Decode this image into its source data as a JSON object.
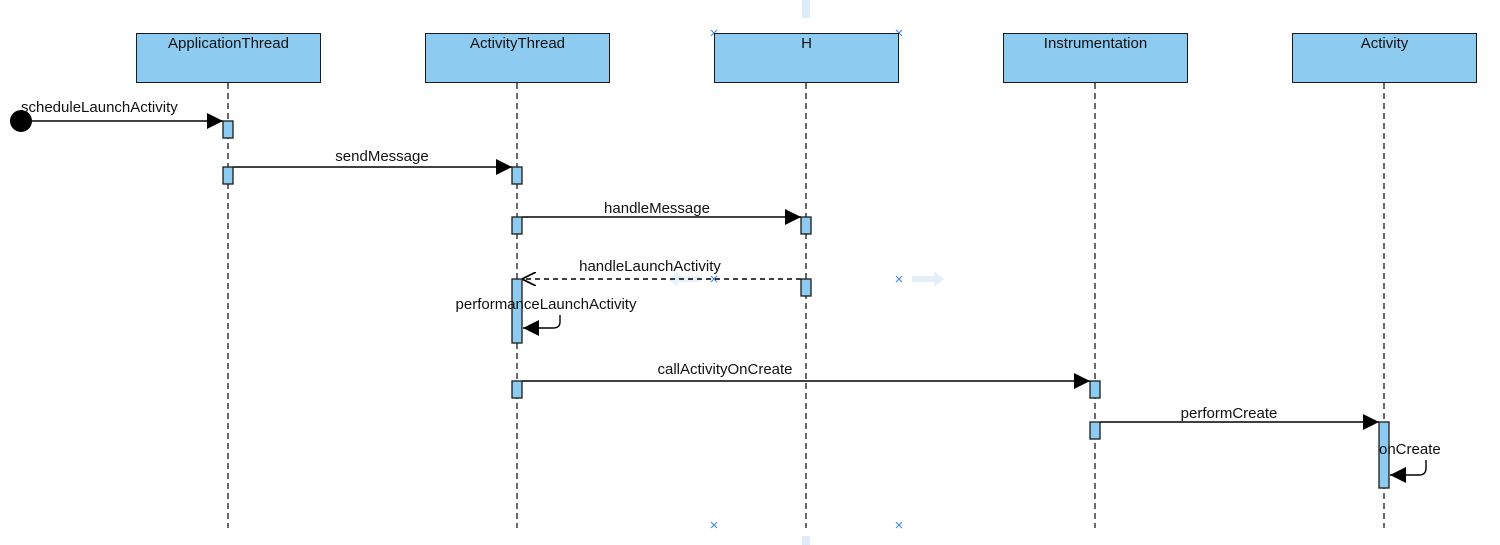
{
  "colors": {
    "box_fill": "#8ecbf0",
    "stroke": "#1a1a1a",
    "activation_fill": "#8ecbf0",
    "guide": "#4a90d9"
  },
  "participants": [
    {
      "id": "application-thread",
      "label": "ApplicationThread"
    },
    {
      "id": "activity-thread",
      "label": "ActivityThread"
    },
    {
      "id": "h",
      "label": "H"
    },
    {
      "id": "instrumentation",
      "label": "Instrumentation"
    },
    {
      "id": "activity",
      "label": "Activity"
    }
  ],
  "messages": [
    {
      "id": "schedule-launch-activity",
      "label": "scheduleLaunchActivity",
      "from": "start",
      "to": "application-thread",
      "style": "solid"
    },
    {
      "id": "send-message",
      "label": "sendMessage",
      "from": "application-thread",
      "to": "activity-thread",
      "style": "solid"
    },
    {
      "id": "handle-message",
      "label": "handleMessage",
      "from": "activity-thread",
      "to": "h",
      "style": "solid"
    },
    {
      "id": "handle-launch-activity",
      "label": "handleLaunchActivity",
      "from": "h",
      "to": "activity-thread",
      "style": "dashed-return"
    },
    {
      "id": "performance-launch-activity",
      "label": "performanceLaunchActivity",
      "from": "activity-thread",
      "to": "activity-thread",
      "style": "self"
    },
    {
      "id": "call-activity-on-create",
      "label": "callActivityOnCreate",
      "from": "activity-thread",
      "to": "instrumentation",
      "style": "solid"
    },
    {
      "id": "perform-create",
      "label": "performCreate",
      "from": "instrumentation",
      "to": "activity",
      "style": "solid"
    },
    {
      "id": "on-create",
      "label": "onCreate",
      "from": "activity",
      "to": "activity",
      "style": "self"
    }
  ]
}
